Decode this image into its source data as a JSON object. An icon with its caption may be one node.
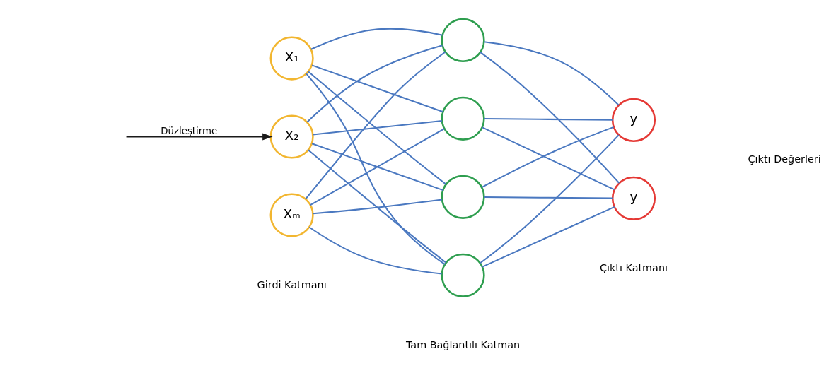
{
  "diagram": {
    "nodes": [
      {
        "text": [],
        "shape": "line"
      },
      {
        "text": [
          "X₁"
        ]
      },
      {
        "text": [
          "X₂"
        ]
      },
      {
        "text": [
          "Xₘ"
        ]
      },
      {
        "text": [],
        "shape": "circle"
      },
      {
        "text": [],
        "shape": "circle"
      },
      {
        "text": [],
        "shape": "circle"
      },
      {
        "text": [],
        "shape": "circle"
      },
      {
        "text": [
          "y"
        ]
      },
      {
        "text": [
          "y"
        ]
      }
    ],
    "edges": [
      {
        "from": null,
        "to": 2,
        "arrow": "to",
        "label": "Düzleştirme",
        "color": "#1a1a1a"
      },
      {
        "from": 1,
        "to": 4,
        "arrow": "none"
      },
      {
        "from": 1,
        "to": 5,
        "arrow": "none"
      },
      {
        "from": 1,
        "to": 6,
        "arrow": "none"
      },
      {
        "from": 1,
        "to": 7,
        "arrow": "none"
      },
      {
        "from": 2,
        "to": 4,
        "arrow": "none"
      },
      {
        "from": 2,
        "to": 5,
        "arrow": "none"
      },
      {
        "from": 2,
        "to": 6,
        "arrow": "none"
      },
      {
        "from": 2,
        "to": 7,
        "arrow": "none"
      },
      {
        "from": 3,
        "to": 4,
        "arrow": "none"
      },
      {
        "from": 3,
        "to": 5,
        "arrow": "none"
      },
      {
        "from": 3,
        "to": 6,
        "arrow": "none"
      },
      {
        "from": 3,
        "to": 7,
        "arrow": "none"
      },
      {
        "from": 4,
        "to": 8,
        "arrow": "none"
      },
      {
        "from": 4,
        "to": 9,
        "arrow": "none"
      },
      {
        "from": 5,
        "to": 8,
        "arrow": "none"
      },
      {
        "from": 5,
        "to": 9,
        "arrow": "none"
      },
      {
        "from": 6,
        "to": 8,
        "arrow": "none"
      },
      {
        "from": 6,
        "to": 9,
        "arrow": "none"
      },
      {
        "from": 7,
        "to": 8,
        "arrow": "none"
      },
      {
        "from": 7,
        "to": 9,
        "arrow": "none"
      }
    ],
    "labels": [
      "Çıktı Değerleri",
      "Girdi Katmanı",
      "Tam Bağlantılı Katman",
      "Çıktı Katmanı"
    ]
  }
}
